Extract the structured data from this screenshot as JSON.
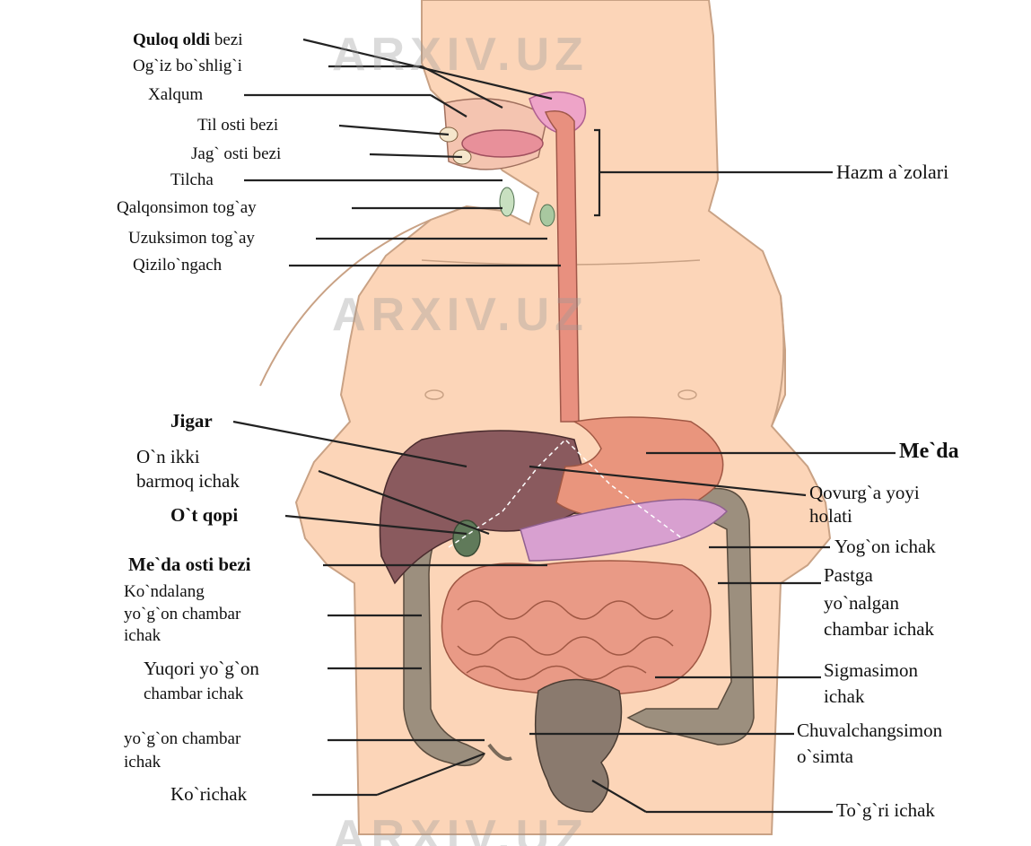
{
  "watermark": "ARXIV.UZ",
  "labels": {
    "quloq_oldi_bold": "Quloq oldi",
    "quloq_oldi_rest": " bezi",
    "ogiz": "Og`iz bo`shlig`i",
    "xalqum": "Xalqum",
    "til_osti": "Til osti bezi",
    "jag_osti": "Jag` osti bezi",
    "tilcha": "Tilcha",
    "qalqonsimon": "Qalqonsimon tog`ay",
    "uzuksimon": "Uzuksimon tog`ay",
    "qizilongach": "Qizilo`ngach",
    "hazm": "Hazm a`zolari",
    "jigar": "Jigar",
    "on_ikki_1": "O`n ikki",
    "on_ikki_2": "barmoq ichak",
    "ot_qopi": "O`t qopi",
    "meda_osti": "Me`da osti bezi",
    "kondalang_1": "Ko`ndalang",
    "kondalang_2": "yo`g`on chambar",
    "kondalang_3": "ichak",
    "yuqori_1": "Yuqori  yo`g`on",
    "yuqori_2": "chambar ichak",
    "yogon_ch_1": "yo`g`on chambar",
    "yogon_ch_2": "ichak",
    "korichak": "Ko`richak",
    "meda": "Me`da",
    "qovurga_1": "Qovurg`a yoyi",
    "qovurga_2": "holati",
    "yogon_ichak": "Yog`on ichak",
    "pastga_1": "Pastga",
    "pastga_2": "yo`nalgan",
    "pastga_3": "chambar ichak",
    "sigmasimon_1": "Sigmasimon",
    "sigmasimon_2": "ichak",
    "chuval_1": "Chuvalchangsimon",
    "chuval_2": "o`simta",
    "togri": "To`g`ri ichak"
  },
  "colors": {
    "skin": "#fcd5b8",
    "skin_outline": "#c9a285",
    "liver": "#8a5a5e",
    "stomach": "#e9957d",
    "small_intestine": "#e99a86",
    "large_intestine": "#9c8f7e",
    "pancreas": "#d8a0d0",
    "esophagus": "#e8907f",
    "rectum": "#8a7a6e"
  }
}
